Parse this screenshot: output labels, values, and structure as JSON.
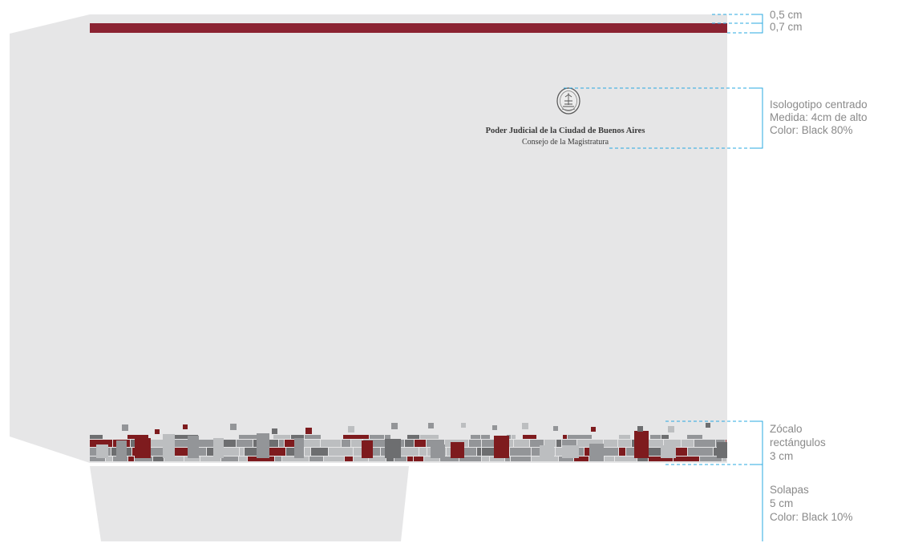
{
  "logo": {
    "title": "Poder Judicial de la Ciudad de Buenos Aires",
    "subtitle": "Consejo de la Magistratura"
  },
  "annotations": {
    "top_band": [
      "0,5 cm",
      "0,7 cm"
    ],
    "isologo": [
      "Isologotipo centrado",
      "Medida: 4cm de alto",
      "Color: Black 80%"
    ],
    "zocalo": [
      "Zócalo",
      "rectángulos",
      "3 cm"
    ],
    "solapas": [
      "Solapas",
      "5 cm",
      "Color: Black 10%"
    ]
  },
  "colors": {
    "paper": "#e6e6e7",
    "band": "#8b2332",
    "guide": "#29a8e0",
    "text": "#8a8a8a",
    "block_red": "#7e1b1e",
    "block_dark": "#6d6e70",
    "block_mid": "#939598",
    "block_light": "#bcbec0"
  }
}
